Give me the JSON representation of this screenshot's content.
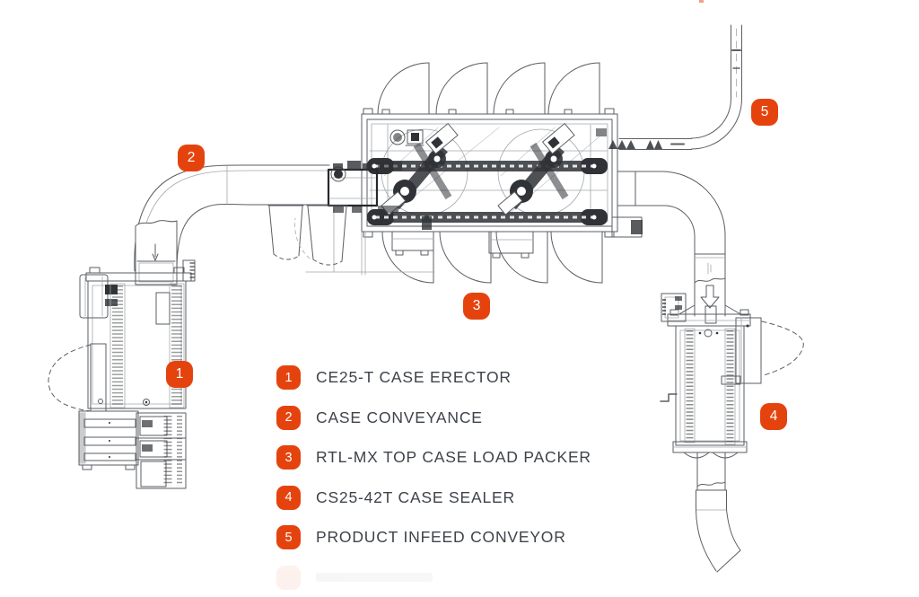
{
  "legend": {
    "items": [
      {
        "number": "1",
        "label": "CE25-T CASE ERECTOR"
      },
      {
        "number": "2",
        "label": "CASE CONVEYANCE"
      },
      {
        "number": "3",
        "label": "RTL-MX TOP CASE LOAD PACKER"
      },
      {
        "number": "4",
        "label": "CS25-42T CASE SEALER"
      },
      {
        "number": "5",
        "label": "PRODUCT INFEED CONVEYOR"
      }
    ]
  },
  "diagram": {
    "markers": [
      {
        "number": "1",
        "machine": "case-erector"
      },
      {
        "number": "2",
        "machine": "case-conveyance"
      },
      {
        "number": "3",
        "machine": "top-case-load-packer"
      },
      {
        "number": "4",
        "machine": "case-sealer"
      },
      {
        "number": "5",
        "machine": "product-infeed-conveyor"
      }
    ],
    "colors": {
      "badge": "#e5430e",
      "badge_text": "#ffffff",
      "line": "#5b5e63",
      "text": "#3e434a"
    }
  }
}
